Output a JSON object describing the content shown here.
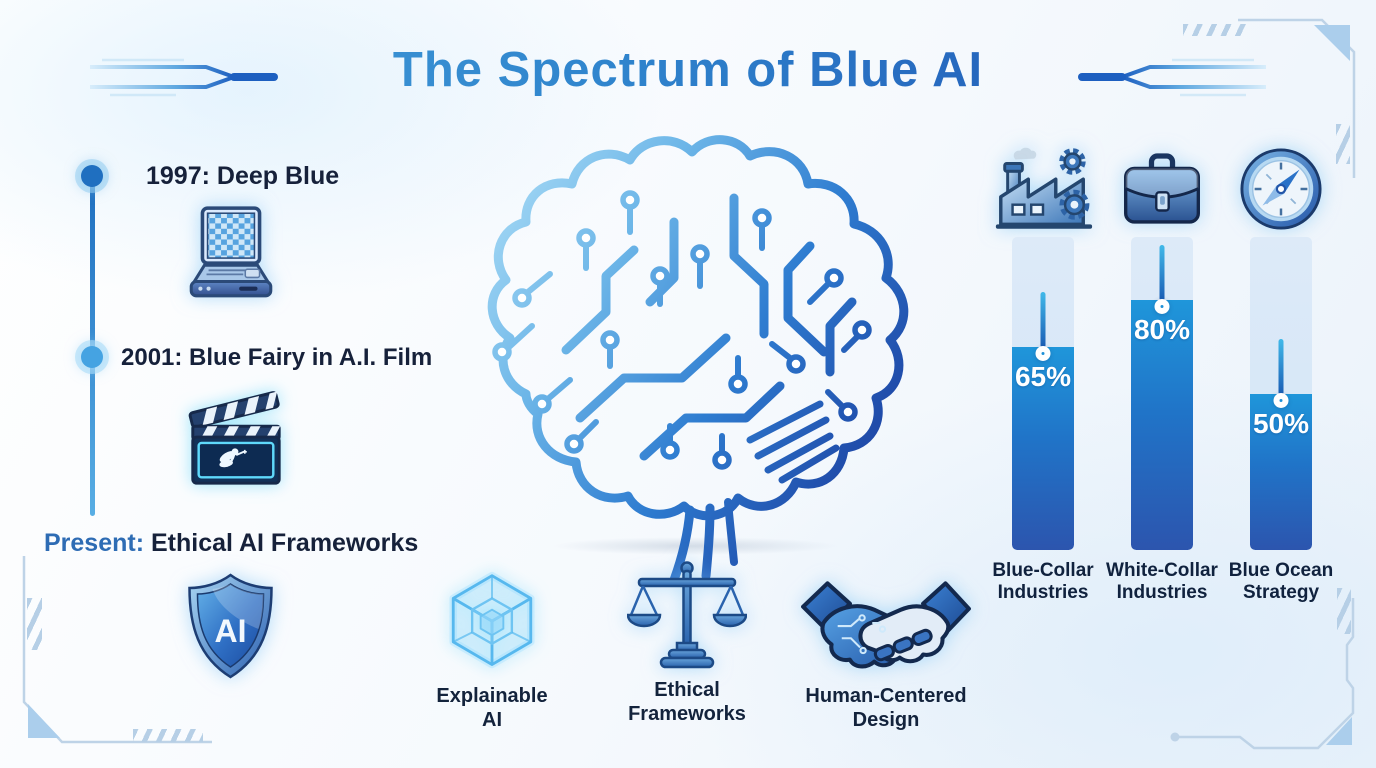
{
  "title": {
    "text": "The Spectrum of Blue AI"
  },
  "timeline": {
    "shield_text": "AI",
    "events": [
      {
        "label": "1997: Deep Blue",
        "icon": "chess-computer-icon"
      },
      {
        "label": "2001: Blue Fairy in A.I. Film",
        "icon": "clapperboard-fairy-icon"
      },
      {
        "label_prefix": "Present:",
        "label": " Ethical AI Frameworks",
        "icon": "ai-shield-icon"
      }
    ]
  },
  "brain": {
    "icon": "circuit-brain-illustration"
  },
  "chart_data": {
    "type": "bar",
    "orientation": "vertical",
    "categories": [
      "Blue-Collar Industries",
      "White-Collar Industries",
      "Blue Ocean Strategy"
    ],
    "values": [
      65,
      80,
      50
    ],
    "value_labels": [
      "65%",
      "80%",
      "50%"
    ],
    "icons": [
      "factory-icon",
      "briefcase-icon",
      "compass-icon"
    ],
    "ylim": [
      0,
      100
    ],
    "grid": false,
    "legend": "none",
    "colors": {
      "track": "#d9e8f7",
      "fill_top": "#1f96da",
      "fill_bottom": "#2c55ae",
      "value_text": "#ffffff"
    }
  },
  "features": [
    {
      "label": "Explainable AI",
      "icon": "wireframe-cube-icon"
    },
    {
      "label": "Ethical Frameworks",
      "icon": "balance-scales-icon"
    },
    {
      "label": "Human-Centered Design",
      "icon": "handshake-circuit-icon"
    }
  ],
  "colors": {
    "accent_light": "#47a2da",
    "accent_dark": "#1c48ad",
    "text_dark": "#16213a",
    "present_blue": "#2e6cb4"
  }
}
